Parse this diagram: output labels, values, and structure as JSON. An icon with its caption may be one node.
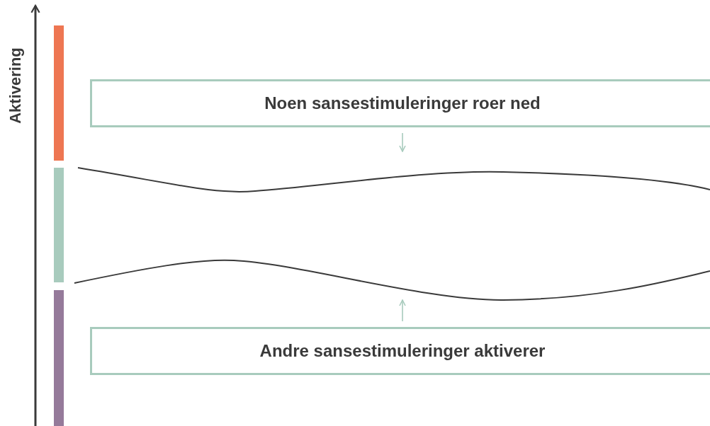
{
  "diagram": {
    "nodes": [
      {
        "text": [
          "Noen sansestimuleringer roer ned"
        ]
      },
      {
        "text": [
          "Andre sansestimuleringer aktiverer"
        ]
      }
    ],
    "edges": [
      {
        "from": 0,
        "to": null,
        "arrow": "to"
      },
      {
        "from": 1,
        "to": null,
        "arrow": "to"
      }
    ],
    "labels": [
      "Aktivering"
    ]
  }
}
